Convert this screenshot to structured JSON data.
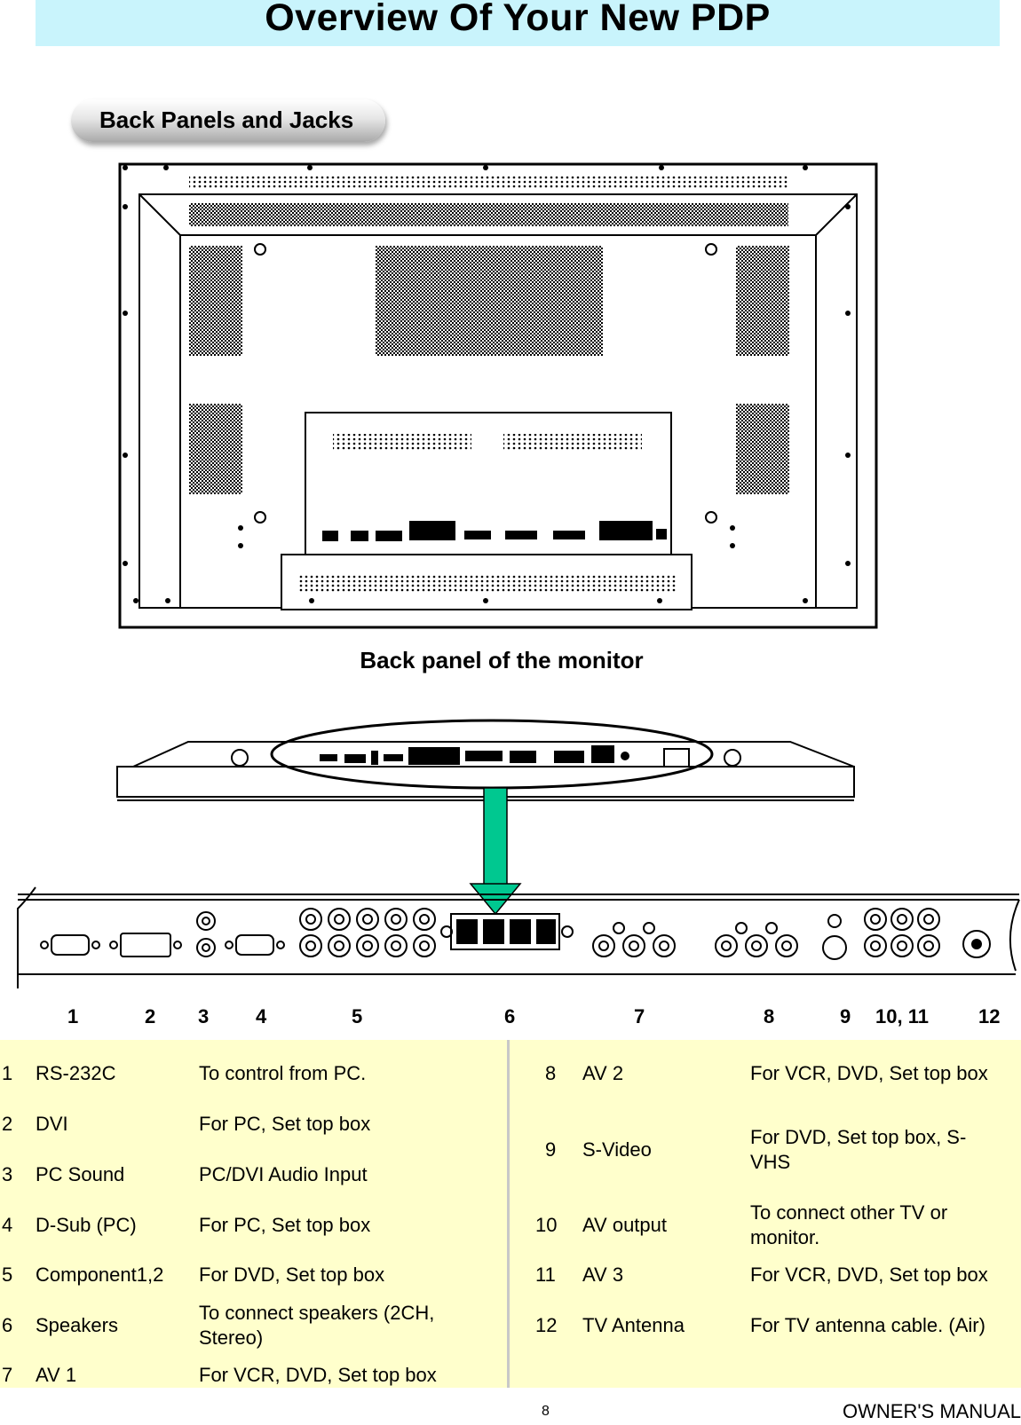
{
  "header": {
    "title": "Overview Of Your New PDP"
  },
  "section": {
    "label": "Back Panels and Jacks"
  },
  "figure": {
    "caption": "Back panel of the monitor"
  },
  "jack_numbers": [
    "1",
    "2",
    "3",
    "4",
    "5",
    "6",
    "7",
    "8",
    "9",
    "10, 11",
    "12"
  ],
  "table": {
    "left": [
      {
        "num": "1",
        "name": "RS-232C",
        "desc": "To control from PC."
      },
      {
        "num": "2",
        "name": "DVI",
        "desc": "For PC, Set top box"
      },
      {
        "num": "3",
        "name": "PC Sound",
        "desc": "PC/DVI Audio Input"
      },
      {
        "num": "4",
        "name": "D-Sub (PC)",
        "desc": "For PC, Set top box"
      },
      {
        "num": "5",
        "name": "Component1,2",
        "desc": "For DVD, Set top box"
      },
      {
        "num": "6",
        "name": "Speakers",
        "desc": "To connect speakers (2CH, Stereo)"
      },
      {
        "num": "7",
        "name": "AV 1",
        "desc": "For VCR, DVD, Set top box"
      }
    ],
    "right": [
      {
        "num": "8",
        "name": "AV 2",
        "desc": "For VCR, DVD, Set top box"
      },
      {
        "num": "9",
        "name": "S-Video",
        "desc": "For DVD, Set top box, S-VHS"
      },
      {
        "num": "10",
        "name": "AV output",
        "desc": "To connect other TV or monitor."
      },
      {
        "num": "11",
        "name": "AV 3",
        "desc": "For VCR, DVD, Set top box"
      },
      {
        "num": "12",
        "name": "TV Antenna",
        "desc": "For TV antenna cable. (Air)"
      }
    ]
  },
  "footer": {
    "page_number": "8",
    "manual": "OWNER'S MANUAL"
  },
  "colors": {
    "title_bg": "#c9f4fc",
    "table_bg": "#ffffcc",
    "arrow": "#00c890"
  }
}
